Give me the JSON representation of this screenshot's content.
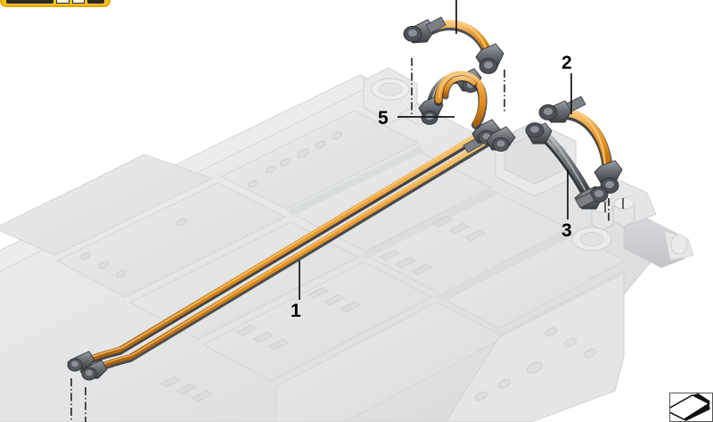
{
  "document": {
    "type": "technical-parts-diagram",
    "subject": "High-voltage battery tray with HV cable set",
    "background_color": "#ffffff"
  },
  "toolbar": {
    "name": "viewer-toolbar",
    "color": "#F5C119",
    "border_color": "#E0A800",
    "slot_color": "#2b2b2b",
    "items": [
      {
        "name": "scrollbar-track",
        "kind": "bar"
      },
      {
        "name": "page-box-left",
        "kind": "box"
      },
      {
        "name": "page-box-right",
        "kind": "box"
      },
      {
        "name": "toolbar-end-block",
        "kind": "end"
      }
    ]
  },
  "callouts": [
    {
      "id": "1",
      "label": "1",
      "target": "main-hv-cable-long"
    },
    {
      "id": "2",
      "label": "2",
      "target": "hv-cable-orange-right"
    },
    {
      "id": "3",
      "label": "3",
      "target": "hv-cable-gray-right"
    },
    {
      "id": "5",
      "label": "5",
      "target": "hv-cable-gray-left"
    }
  ],
  "colors": {
    "cable_orange": "#E8921E",
    "cable_orange_light": "#F5B955",
    "cable_orange_dark": "#B86B12",
    "cable_gray": "#6E7176",
    "cable_gray_light": "#A7ABB0",
    "cable_gray_dark": "#3D4146",
    "connector_dark": "#4A4D52",
    "connector_mid": "#7A7E84",
    "tray_fill": "#E2E3E4",
    "tray_fill_light": "#EDEEEF",
    "tray_fill_dark": "#D2D4D6",
    "tray_edge": "#C7C9CB",
    "leader_line": "#1a1a1a",
    "callout_text": "#000000"
  },
  "parts": {
    "tray": {
      "name": "battery-tray",
      "modules": 10
    },
    "cables": [
      {
        "id": "1",
        "name": "main-hv-cable-long",
        "color": "orange",
        "note": "runs diagonally across tray"
      },
      {
        "id": "2",
        "name": "hv-cable-orange-right",
        "color": "orange",
        "note": "short arc, right side"
      },
      {
        "id": "3",
        "name": "hv-cable-gray-right",
        "color": "gray",
        "note": "arc below cable 2"
      },
      {
        "id": "5",
        "name": "hv-cable-gray-left",
        "color": "gray",
        "note": "arc at top-left connector block"
      },
      {
        "id": "4",
        "name": "hv-cable-orange-top",
        "color": "orange",
        "note": "top arc, leader runs off image"
      }
    ]
  },
  "inset": {
    "name": "orientation-thumbnail",
    "shape": "plate-with-shadow"
  }
}
